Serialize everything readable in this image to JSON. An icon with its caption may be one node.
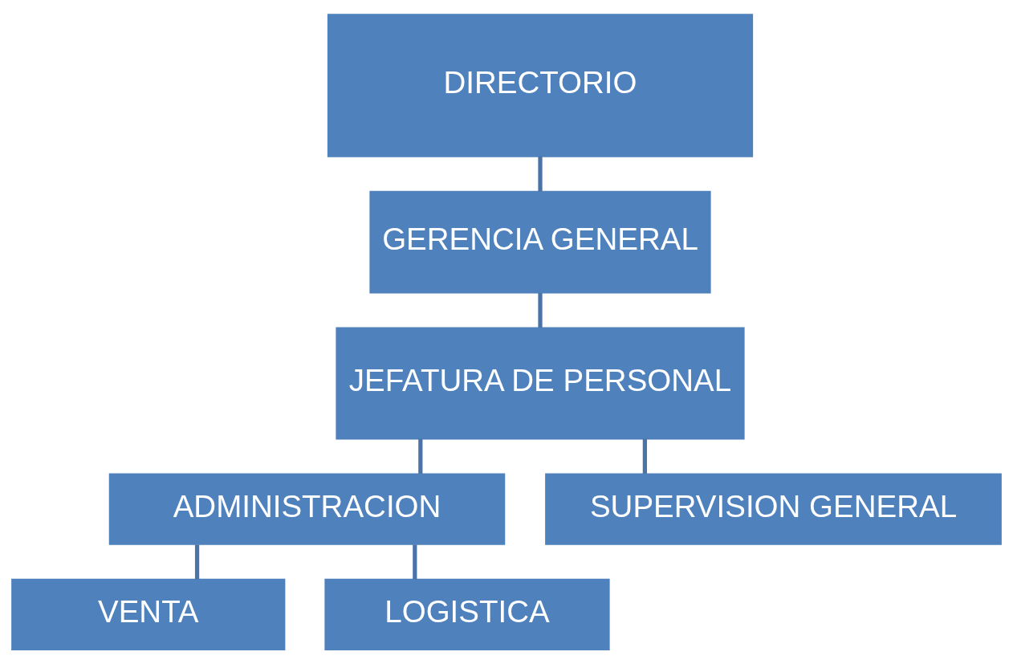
{
  "diagram": {
    "nodes": [
      {
        "text": [
          "DIRECTORIO"
        ]
      },
      {
        "text": [
          "GERENCIA GENERAL"
        ]
      },
      {
        "text": [
          "JEFATURA DE PERSONAL"
        ]
      },
      {
        "text": [
          "ADMINISTRACION"
        ]
      },
      {
        "text": [
          "SUPERVISION GENERAL"
        ]
      },
      {
        "text": [
          "VENTA"
        ]
      },
      {
        "text": [
          "LOGISTICA"
        ]
      }
    ],
    "edges": [
      {
        "from": 0,
        "to": 1,
        "arrow": "none"
      },
      {
        "from": 1,
        "to": 2,
        "arrow": "none"
      },
      {
        "from": 2,
        "to": 3,
        "arrow": "none"
      },
      {
        "from": 2,
        "to": 4,
        "arrow": "none"
      },
      {
        "from": 3,
        "to": 5,
        "arrow": "none"
      },
      {
        "from": 3,
        "to": 6,
        "arrow": "none"
      }
    ]
  }
}
